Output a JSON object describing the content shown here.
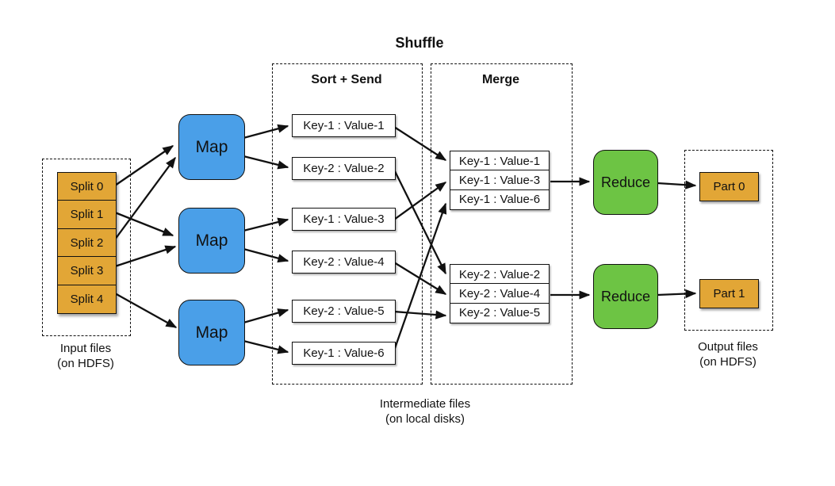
{
  "title": "Shuffle",
  "colors": {
    "gold": "#E2A636",
    "blue": "#4A9FE8",
    "green": "#6DC444"
  },
  "input": {
    "splits": [
      "Split 0",
      "Split 1",
      "Split 2",
      "Split 3",
      "Split 4"
    ],
    "caption_line1": "Input files",
    "caption_line2": "(on HDFS)"
  },
  "map_stage": {
    "labels": [
      "Map",
      "Map",
      "Map"
    ]
  },
  "shuffle_stage": {
    "sort_title": "Sort + Send",
    "sort_items": [
      "Key-1 : Value-1",
      "Key-2 : Value-2",
      "Key-1 : Value-3",
      "Key-2 : Value-4",
      "Key-2 : Value-5",
      "Key-1 : Value-6"
    ],
    "merge_title": "Merge",
    "merge_group1": [
      "Key-1 : Value-1",
      "Key-1 : Value-3",
      "Key-1 : Value-6"
    ],
    "merge_group2": [
      "Key-2 : Value-2",
      "Key-2 : Value-4",
      "Key-2 : Value-5"
    ],
    "caption_line1": "Intermediate files",
    "caption_line2": "(on local disks)"
  },
  "reduce_stage": {
    "labels": [
      "Reduce",
      "Reduce"
    ]
  },
  "output": {
    "parts": [
      "Part 0",
      "Part 1"
    ],
    "caption_line1": "Output files",
    "caption_line2": "(on HDFS)"
  }
}
